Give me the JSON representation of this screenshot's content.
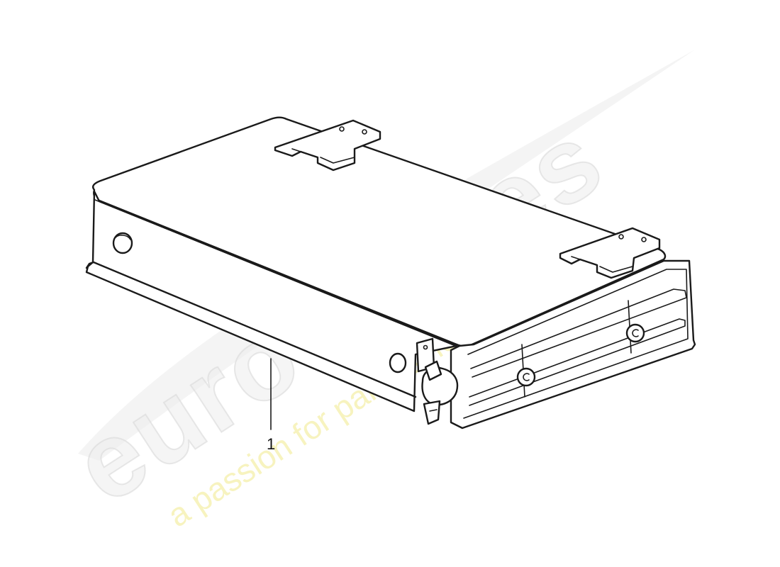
{
  "diagram": {
    "callouts": [
      {
        "id": "part-1",
        "label": "1"
      }
    ]
  },
  "watermark": {
    "brand": "eurospares",
    "tagline": "a passion for parts since 1985"
  },
  "colors": {
    "ink": "#1a1a1a",
    "watermark_grey": "#ececec",
    "watermark_yellow": "#f4efaa",
    "background": "#ffffff"
  }
}
